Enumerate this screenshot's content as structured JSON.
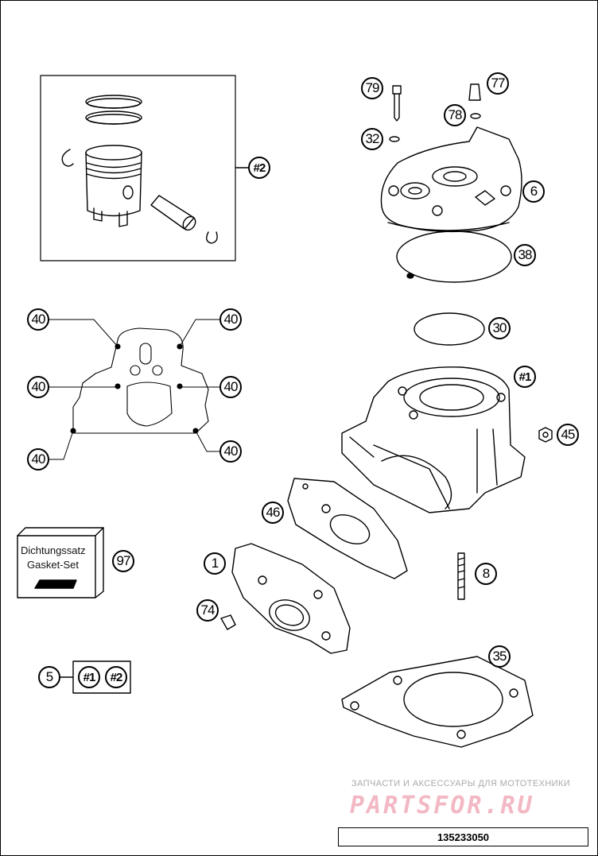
{
  "callouts": {
    "c79": "79",
    "c77": "77",
    "c78": "78",
    "c32": "32",
    "c6": "6",
    "c38": "38",
    "c2": "#2",
    "c40a": "40",
    "c40b": "40",
    "c40c": "40",
    "c40d": "40",
    "c40e": "40",
    "c40f": "40",
    "c30": "30",
    "c1h": "#1",
    "c45": "45",
    "c46": "46",
    "c97": "97",
    "c1": "1",
    "c8": "8",
    "c74": "74",
    "c35": "35",
    "c5": "5",
    "c5a": "#1",
    "c5b": "#2"
  },
  "gasket_set": {
    "line1": "Dichtungssatz",
    "line2": "Gasket-Set"
  },
  "watermark": {
    "tagline": "ЗАПЧАСТИ И АКСЕССУАРЫ ДЛЯ МОТОТЕХНИКИ",
    "logo": "PARTSFOR.RU"
  },
  "reference_number": "135233050"
}
